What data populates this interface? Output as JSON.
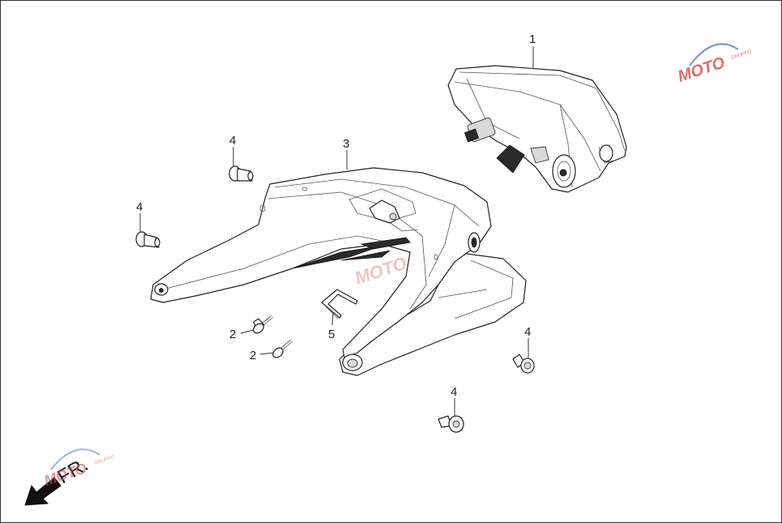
{
  "diagram": {
    "callouts": [
      {
        "id": "c1",
        "label": "1"
      },
      {
        "id": "c2a",
        "label": "2"
      },
      {
        "id": "c2b",
        "label": "2"
      },
      {
        "id": "c3",
        "label": "3"
      },
      {
        "id": "c4a",
        "label": "4"
      },
      {
        "id": "c4b",
        "label": "4"
      },
      {
        "id": "c4c",
        "label": "4"
      },
      {
        "id": "c4d",
        "label": "4"
      },
      {
        "id": "c5",
        "label": "5"
      }
    ],
    "direction_label": "FR.",
    "watermark": {
      "text": "MOTO",
      "subtext": "GRUPPO"
    }
  },
  "colors": {
    "line": "#222222",
    "watermark_red": "#d9534f",
    "watermark_blue": "#5b7fc7"
  }
}
